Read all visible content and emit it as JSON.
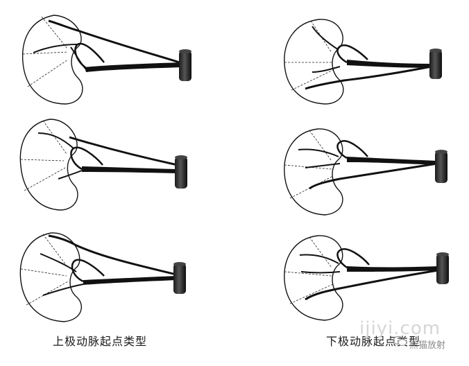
{
  "captions": {
    "upper_pole": "上极动脉起点类型",
    "lower_pole": "下极动脉起点类型"
  },
  "watermark": {
    "url": "ijiyi.com",
    "account": "熊猫放射"
  },
  "colors": {
    "ink": "#111111",
    "paper": "#ffffff"
  }
}
